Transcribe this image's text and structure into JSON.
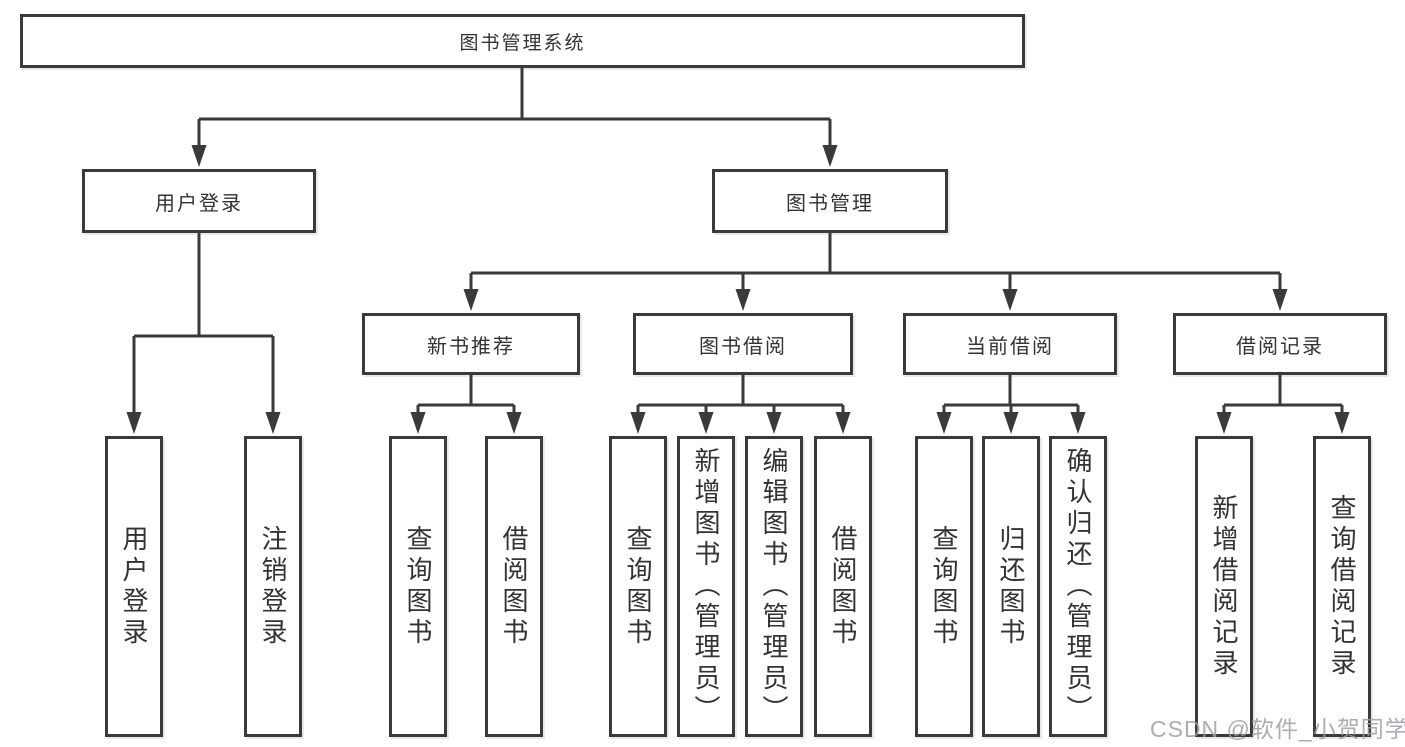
{
  "diagram": {
    "root": "图书管理系统",
    "level2": [
      "用户登录",
      "图书管理"
    ],
    "level3": [
      "新书推荐",
      "图书借阅",
      "当前借阅",
      "借阅记录"
    ],
    "leaves": {
      "login": [
        "用户登录",
        "注销登录"
      ],
      "newbook": [
        "查询图书",
        "借阅图书"
      ],
      "borrow": [
        "查询图书",
        "新增图书（管理员）",
        "编辑图书（管理员）",
        "借阅图书"
      ],
      "current": [
        "查询图书",
        "归还图书",
        "确认归还（管理员）"
      ],
      "records": [
        "新增借阅记录",
        "查询借阅记录"
      ]
    },
    "colors": {
      "line": "#3a3a3a",
      "text": "#333333",
      "background": "#ffffff",
      "watermark": "#9e9ea5"
    }
  },
  "watermark": {
    "text": "CSDN @软件_小贺同学"
  }
}
